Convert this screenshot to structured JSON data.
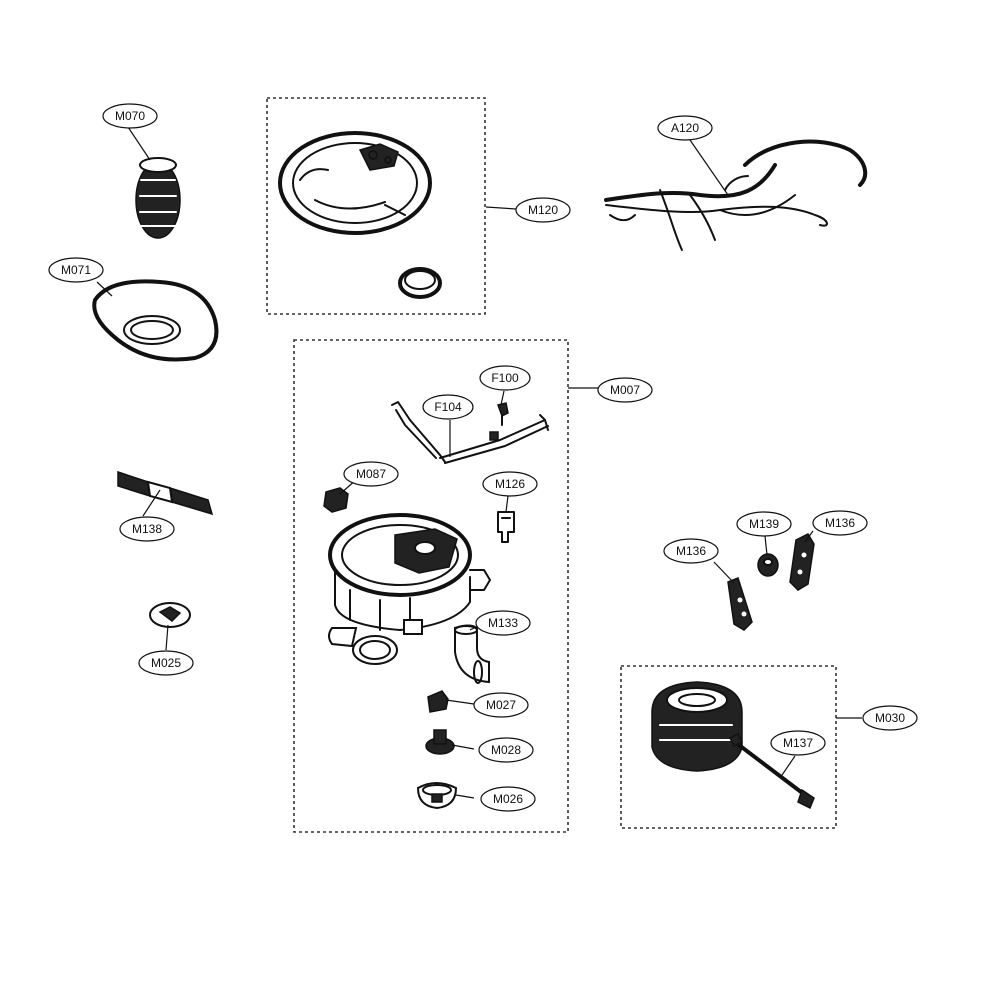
{
  "diagram": {
    "callouts": {
      "M070": "M070",
      "M071": "M071",
      "M120": "M120",
      "A120": "A120",
      "F100": "F100",
      "F104": "F104",
      "M007": "M007",
      "M087": "M087",
      "M126": "M126",
      "M138": "M138",
      "M139": "M139",
      "M136a": "M136",
      "M136b": "M136",
      "M133": "M133",
      "M025": "M025",
      "M027": "M027",
      "M028": "M028",
      "M026": "M026",
      "M030": "M030",
      "M137": "M137"
    },
    "colors": {
      "line": "#111111",
      "background": "#ffffff"
    }
  }
}
